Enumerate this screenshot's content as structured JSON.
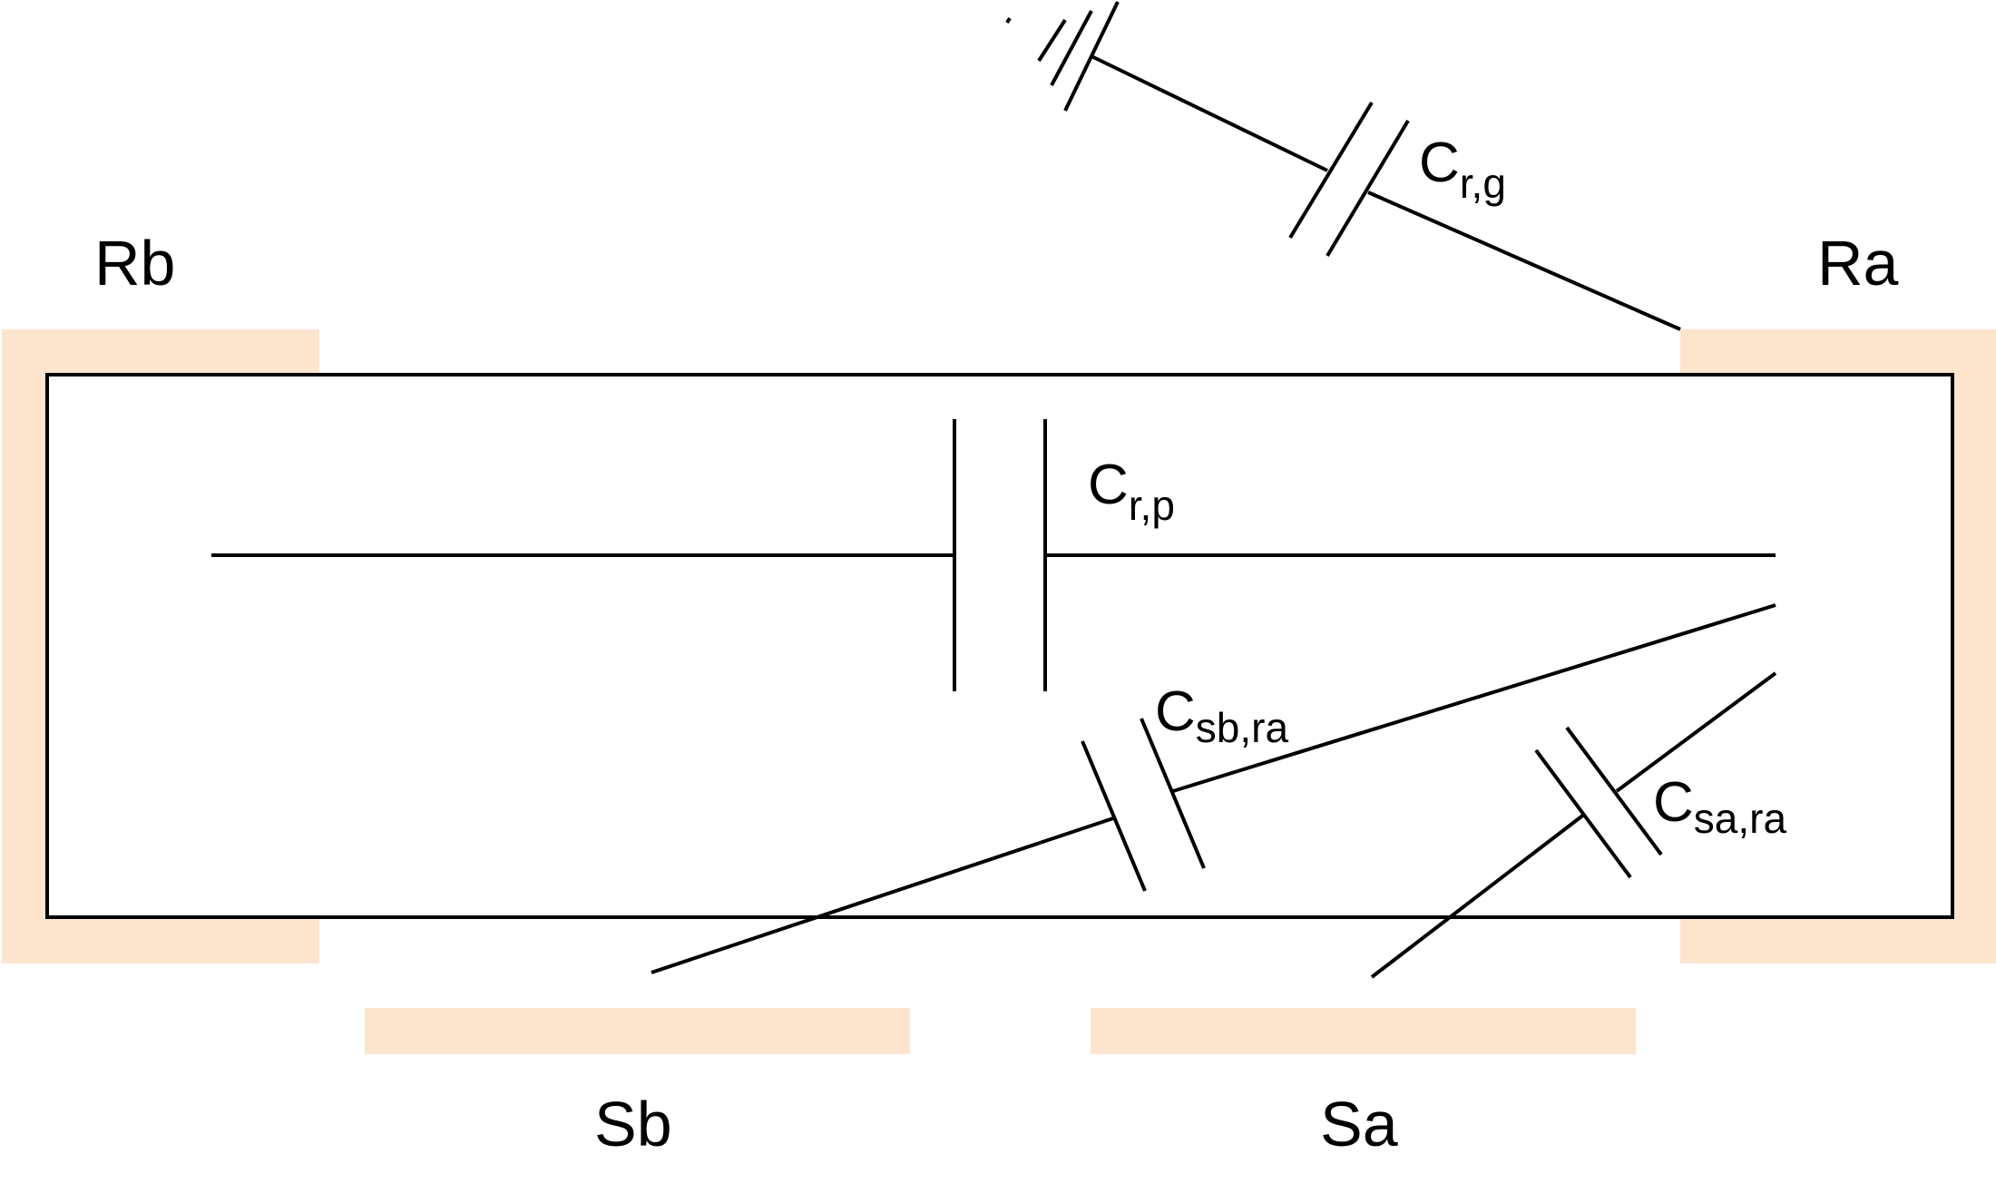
{
  "electrodes": {
    "rb": "Rb",
    "ra": "Ra",
    "sb": "Sb",
    "sa": "Sa"
  },
  "capacitors": {
    "crg": {
      "main": "C",
      "sub": "r,g"
    },
    "crp": {
      "main": "C",
      "sub": "r,p"
    },
    "csbra": {
      "main": "C",
      "sub": "sb,ra"
    },
    "csara": {
      "main": "C",
      "sub": "sa,ra"
    }
  },
  "colors": {
    "electrode_fill": "#fde5cd",
    "line": "#000000"
  }
}
